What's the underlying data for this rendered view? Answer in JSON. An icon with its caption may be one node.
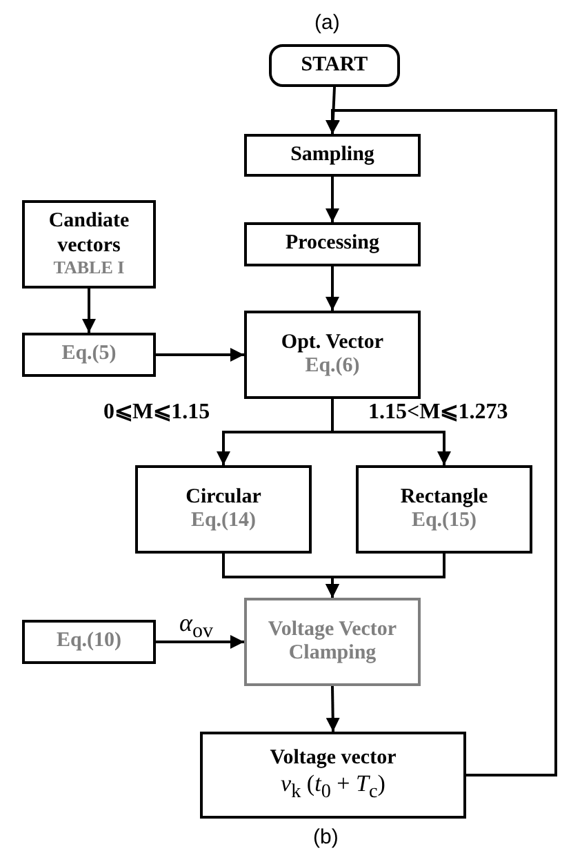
{
  "diagram": {
    "nodes": [
      {
        "text": [
          "START"
        ]
      },
      {
        "text": [
          "Sampling"
        ]
      },
      {
        "text": [
          "Processing"
        ]
      },
      {
        "text": [
          "Candiate vectors",
          "TABLE I"
        ]
      },
      {
        "text": [
          "Eq.(5)"
        ]
      },
      {
        "text": [
          "Opt. Vector",
          "Eq.(6)"
        ]
      },
      {
        "text": [
          "Circular",
          "Eq.(14)"
        ]
      },
      {
        "text": [
          "Rectangle",
          "Eq.(15)"
        ]
      },
      {
        "text": [
          "Eq.(10)"
        ]
      },
      {
        "text": [
          "Voltage Vector Clamping"
        ]
      },
      {
        "text": [
          "Voltage vector",
          "*v*$_{k}$ (*t*$_{0}$ + *T*$_{c}$)"
        ]
      }
    ],
    "edges": [
      {
        "from": 0,
        "to": 1,
        "arrow": "to"
      },
      {
        "from": 10,
        "to": 1,
        "arrow": "to"
      },
      {
        "from": 1,
        "to": 2,
        "arrow": "to"
      },
      {
        "from": 2,
        "to": 5,
        "arrow": "to"
      },
      {
        "from": 3,
        "to": 4,
        "arrow": "to"
      },
      {
        "from": 4,
        "to": 5,
        "arrow": "to"
      },
      {
        "from": 5,
        "to": 6,
        "arrow": "to",
        "label": "0⩽M⩽1.15"
      },
      {
        "from": 5,
        "to": 7,
        "arrow": "to",
        "label": "1.15<M⩽1.273"
      },
      {
        "from": 6,
        "to": 9,
        "arrow": "to"
      },
      {
        "from": 7,
        "to": 9,
        "arrow": "to"
      },
      {
        "from": 8,
        "to": 9,
        "arrow": "to",
        "label": "*α*$_{ov}$"
      },
      {
        "from": 9,
        "to": 10,
        "arrow": "to"
      }
    ],
    "labels": [
      "(a)",
      "(b)"
    ]
  }
}
